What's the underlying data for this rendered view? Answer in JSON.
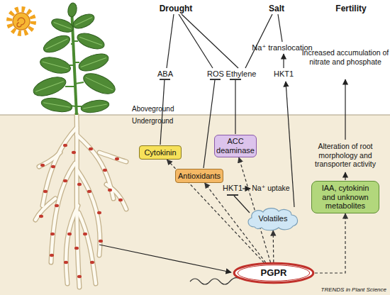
{
  "diagram": {
    "nodes": [
      {
        "text": [
          "Cytokinin"
        ]
      },
      {
        "text": [
          "ACC deaminase"
        ]
      },
      {
        "text": [
          "Antioxidants"
        ]
      },
      {
        "text": [
          "IAA, cytokinin and unknown metabolites"
        ]
      },
      {
        "text": [
          "Volatiles"
        ]
      },
      {
        "text": [
          "PGPR"
        ]
      }
    ],
    "edges": [
      {
        "from": 5,
        "to": 0,
        "arrow": "to"
      },
      {
        "from": 5,
        "to": 1,
        "arrow": "to"
      },
      {
        "from": 5,
        "to": 2,
        "arrow": "to"
      },
      {
        "from": 5,
        "to": 3,
        "arrow": "to"
      },
      {
        "from": 5,
        "to": 4,
        "arrow": "to"
      }
    ],
    "labels": [
      "Drought",
      "Salt",
      "Fertility",
      "Na⁺ translocation",
      "Increased accumulation of nitrate and phosphate",
      "ABA",
      "ROS",
      "Ethylene",
      "HKT1",
      "Aboveground",
      "Underground",
      "Alteration of root morphology and transporter activity",
      "HKT1",
      "Na⁺ uptake",
      "TRENDS in Plant Science"
    ]
  }
}
